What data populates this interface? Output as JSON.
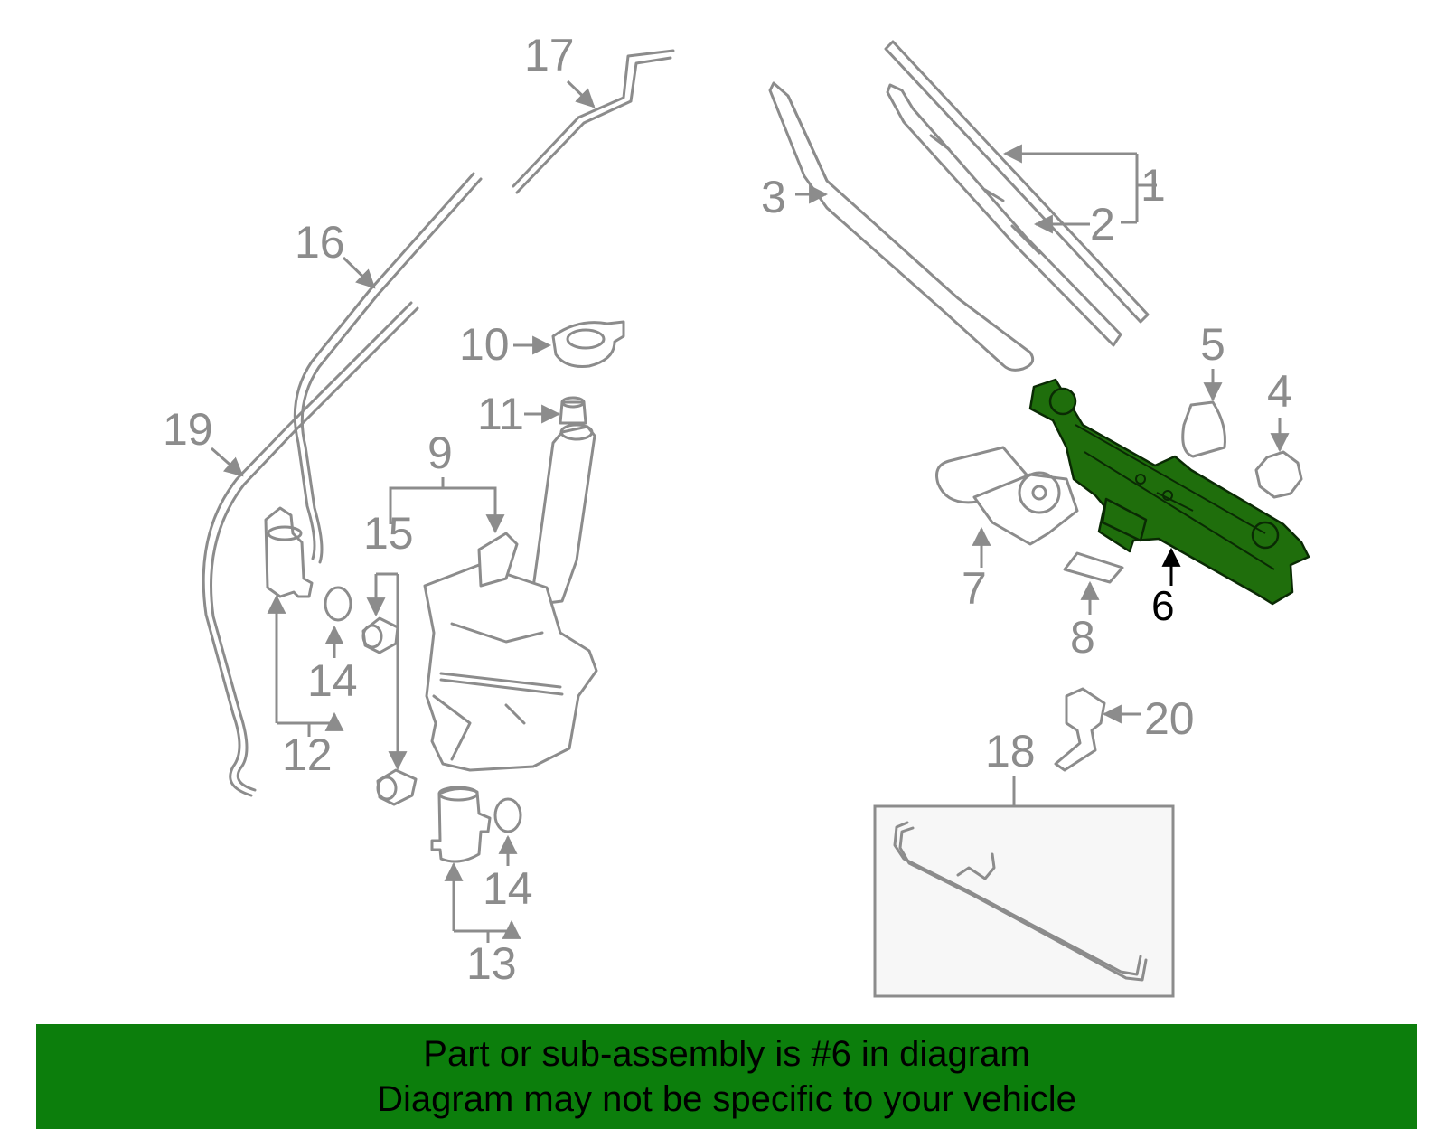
{
  "labels": {
    "p1": "1",
    "p2": "2",
    "p3": "3",
    "p4": "4",
    "p5": "5",
    "p6": "6",
    "p7": "7",
    "p8": "8",
    "p9": "9",
    "p10": "10",
    "p11": "11",
    "p12": "12",
    "p13": "13",
    "p14a": "14",
    "p14b": "14",
    "p15": "15",
    "p16": "16",
    "p17": "17",
    "p18": "18",
    "p19": "19",
    "p20": "20"
  },
  "highlighted_part": "6",
  "banner": {
    "line1": "Part or sub-assembly is #6 in diagram",
    "line2": "Diagram may not be specific to your vehicle"
  },
  "colors": {
    "highlight": "#1f6e0c",
    "banner": "#0c7e0c",
    "part_stroke": "#8c8c8c"
  }
}
